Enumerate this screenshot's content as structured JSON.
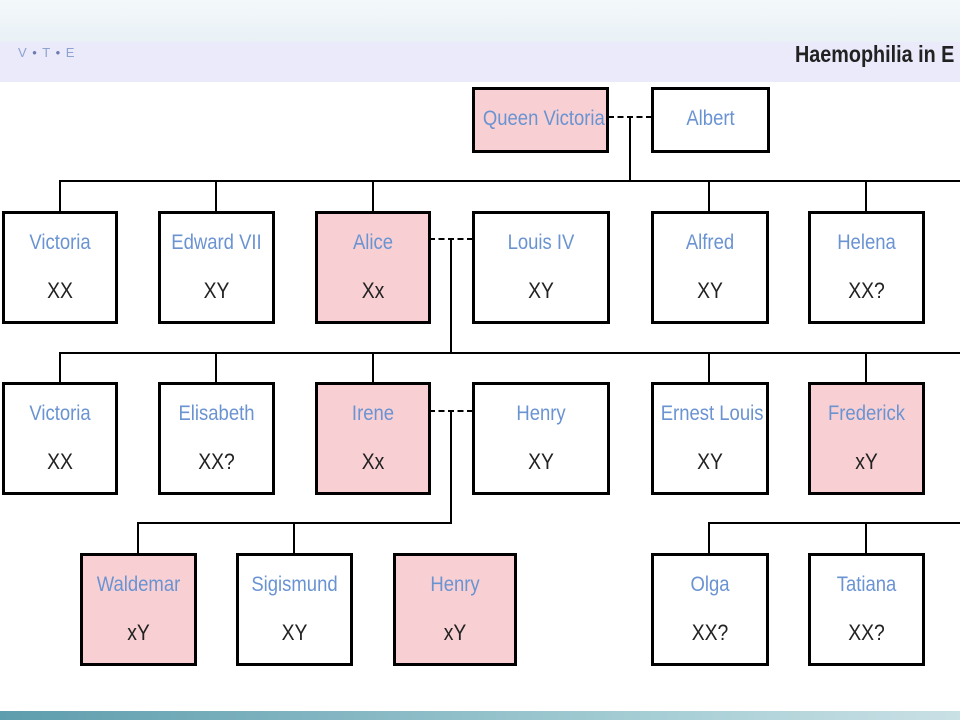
{
  "navbar": {
    "v": "V",
    "t": "T",
    "e": "E",
    "title": "Haemophilia in E"
  },
  "founders": {
    "queen": {
      "name": "Queen Victoria"
    },
    "albert": {
      "name": "Albert"
    }
  },
  "gen2": [
    {
      "name": "Victoria",
      "genotype": "XX"
    },
    {
      "name": "Edward VII",
      "genotype": "XY"
    },
    {
      "name": "Alice",
      "genotype": "Xx"
    },
    {
      "name": "Louis IV",
      "genotype": "XY"
    },
    {
      "name": "Alfred",
      "genotype": "XY"
    },
    {
      "name": "Helena",
      "genotype": "XX?"
    }
  ],
  "gen3": [
    {
      "name": "Victoria",
      "genotype": "XX"
    },
    {
      "name": "Elisabeth",
      "genotype": "XX?"
    },
    {
      "name": "Irene",
      "genotype": "Xx"
    },
    {
      "name": "Henry",
      "genotype": "XY"
    },
    {
      "name": "Ernest Louis",
      "genotype": "XY"
    },
    {
      "name": "Frederick",
      "genotype": "xY"
    }
  ],
  "gen4": [
    {
      "name": "Waldemar",
      "genotype": "xY"
    },
    {
      "name": "Sigismund",
      "genotype": "XY"
    },
    {
      "name": "Henry",
      "genotype": "xY"
    },
    {
      "name": "Olga",
      "genotype": "XX?"
    },
    {
      "name": "Tatiana",
      "genotype": "XX?"
    }
  ],
  "colors": {
    "affected_fill": "#f8d0d3",
    "name_text": "#6a93d2",
    "header_bg": "#eaeafb"
  }
}
